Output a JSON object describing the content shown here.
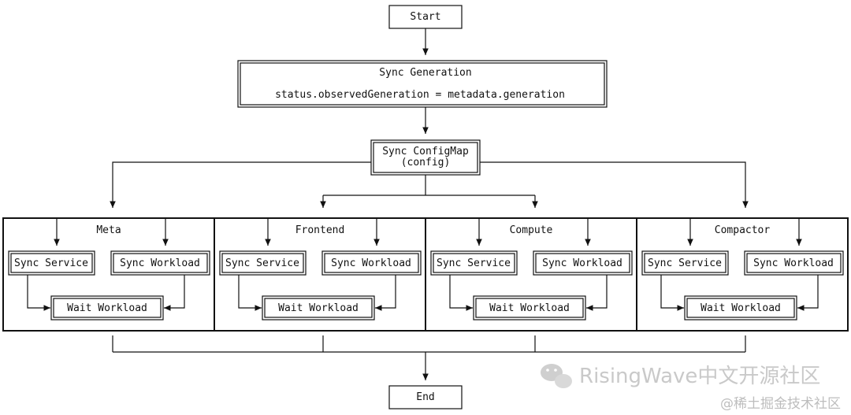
{
  "nodes": {
    "start": "Start",
    "sync_generation_title": "Sync Generation",
    "sync_generation_detail": "status.observedGeneration = metadata.generation",
    "sync_configmap_line1": "Sync ConfigMap",
    "sync_configmap_line2": "(config)",
    "end": "End"
  },
  "components": [
    {
      "name": "Meta",
      "sync_service": "Sync Service",
      "sync_workload": "Sync Workload",
      "wait_workload": "Wait Workload"
    },
    {
      "name": "Frontend",
      "sync_service": "Sync Service",
      "sync_workload": "Sync Workload",
      "wait_workload": "Wait Workload"
    },
    {
      "name": "Compute",
      "sync_service": "Sync Service",
      "sync_workload": "Sync Workload",
      "wait_workload": "Wait Workload"
    },
    {
      "name": "Compactor",
      "sync_service": "Sync Service",
      "sync_workload": "Sync Workload",
      "wait_workload": "Wait Workload"
    }
  ],
  "watermark": {
    "brand": "RisingWave中文开源社区",
    "site": "@稀土掘金技术社区"
  }
}
